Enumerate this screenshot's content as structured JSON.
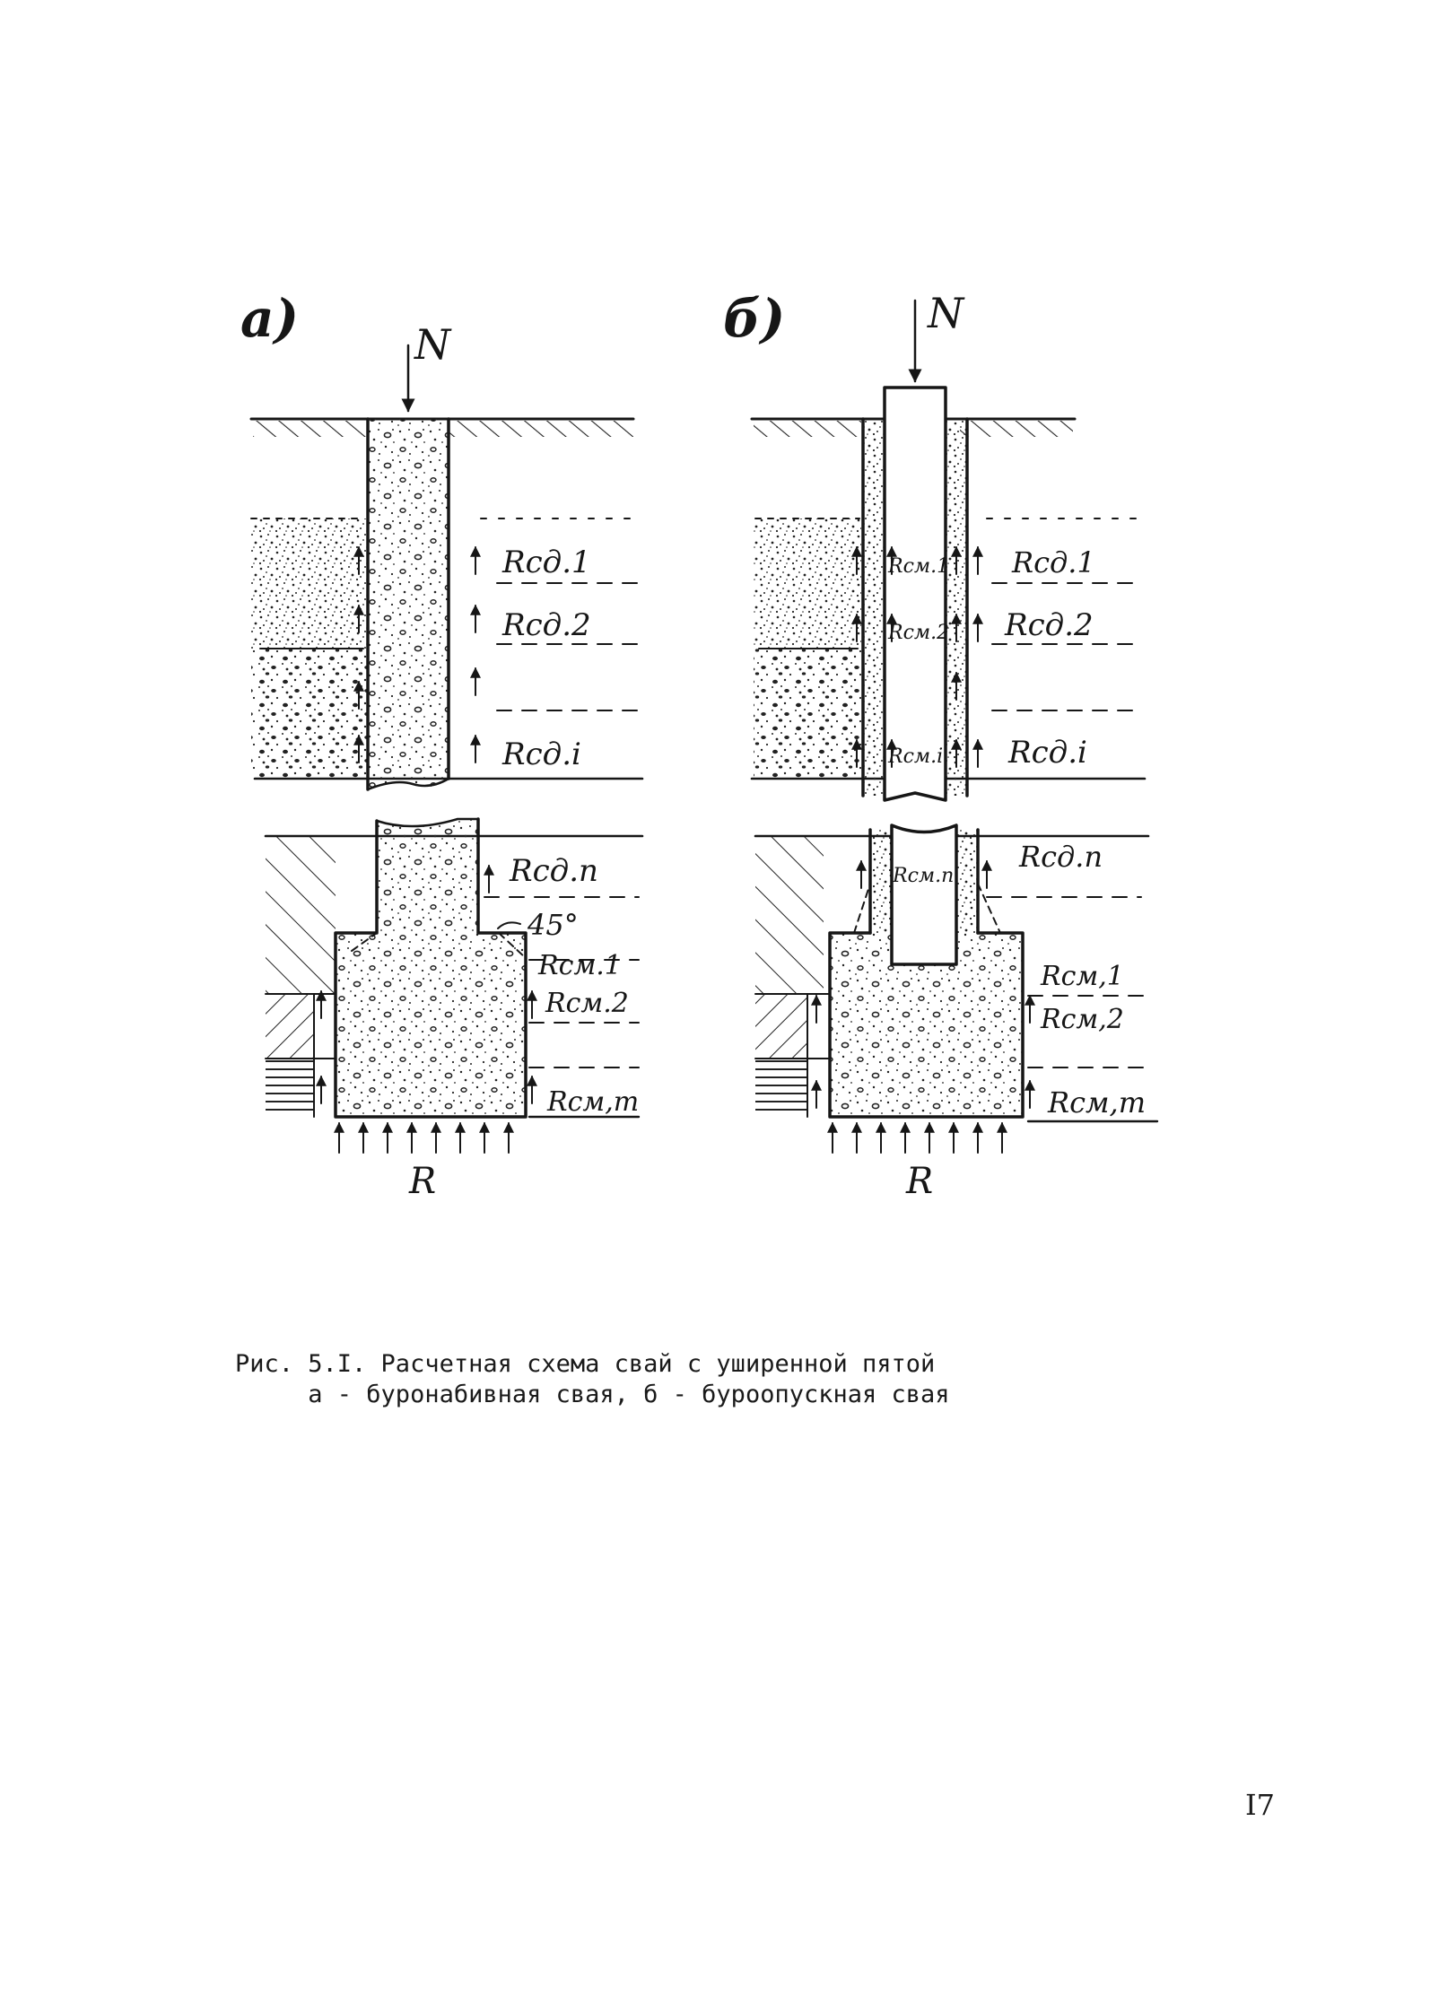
{
  "figure": {
    "panel_a": {
      "letter": "а)",
      "load": "N",
      "reaction": "R",
      "angle": "45°",
      "side_labels": [
        "Rсд.1",
        "Rсд.2",
        "Rсд.i",
        "Rсд.п",
        "Rсм.1",
        "Rсм.2",
        "Rсм,m"
      ]
    },
    "panel_b": {
      "letter": "б)",
      "load": "N",
      "reaction": "R",
      "side_labels": [
        "Rсд.1",
        "Rсд.2",
        "Rсд.i",
        "Rсд.п",
        "Rсм,1",
        "Rсм,2",
        "Rсм,m"
      ],
      "inner_labels": [
        "Rсм.1",
        "Rсм.2",
        "Rсм.i",
        "Rсм.п"
      ]
    }
  },
  "caption": {
    "line1": "Рис. 5.I. Расчетная схема свай с уширенной пятой",
    "line2": "     а - буронабивная свая, б - буроопускная свая"
  },
  "page_number": "I7"
}
